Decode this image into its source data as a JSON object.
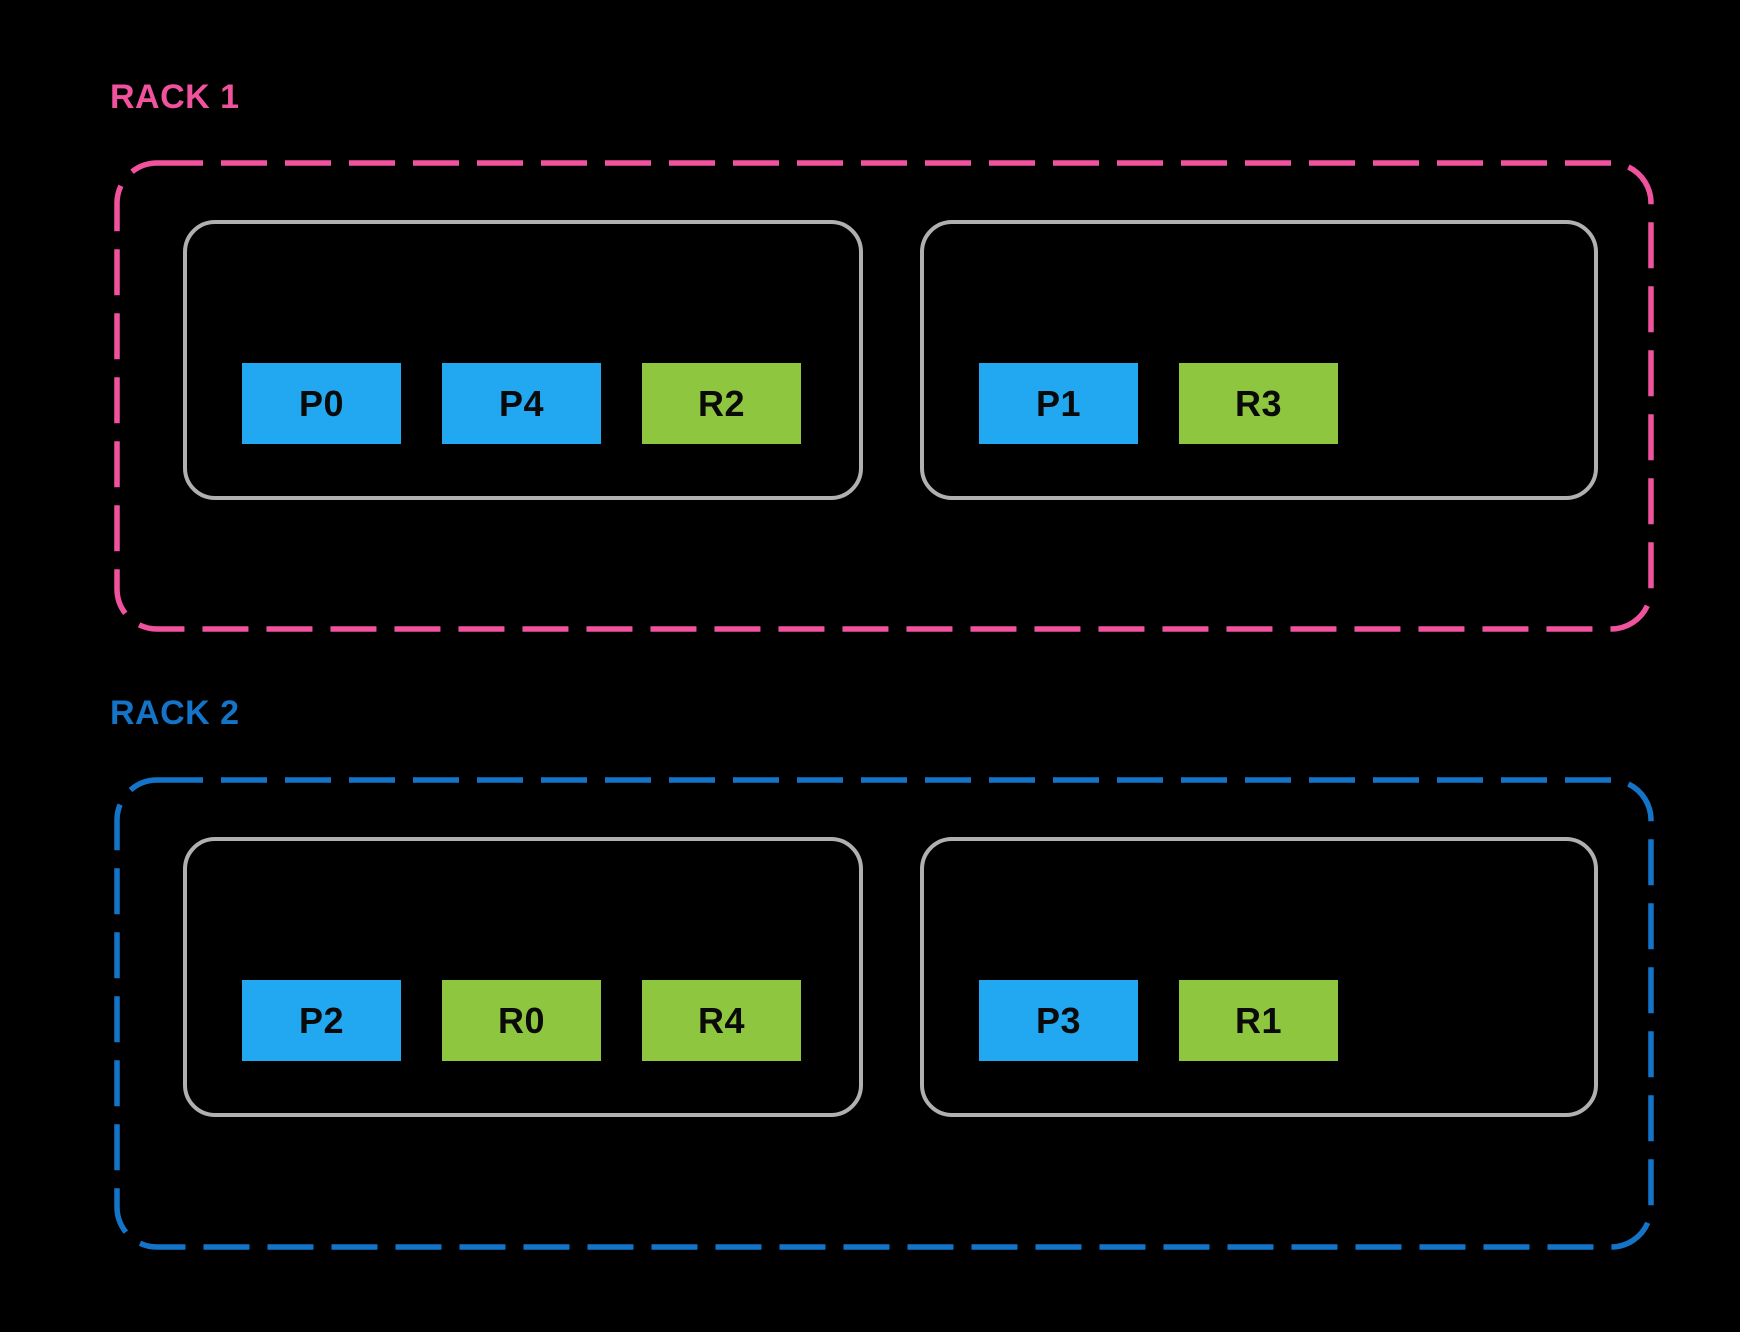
{
  "colors": {
    "background": "#000000",
    "rack1_accent": "#F0529D",
    "rack2_accent": "#1474C7",
    "node_border": "#B0B0B0",
    "block_blue": "#21A8F0",
    "block_green": "#8EC63F",
    "block_text": "#0A0A0A"
  },
  "racks": [
    {
      "label": "RACK 1",
      "accent": "#F0529D",
      "nodes": [
        {
          "blocks": [
            {
              "label": "P0",
              "color": "blue"
            },
            {
              "label": "P4",
              "color": "blue"
            },
            {
              "label": "R2",
              "color": "green"
            }
          ]
        },
        {
          "blocks": [
            {
              "label": "P1",
              "color": "blue"
            },
            {
              "label": "R3",
              "color": "green"
            }
          ]
        }
      ]
    },
    {
      "label": "RACK 2",
      "accent": "#1474C7",
      "nodes": [
        {
          "blocks": [
            {
              "label": "P2",
              "color": "blue"
            },
            {
              "label": "R0",
              "color": "green"
            },
            {
              "label": "R4",
              "color": "green"
            }
          ]
        },
        {
          "blocks": [
            {
              "label": "P3",
              "color": "blue"
            },
            {
              "label": "R1",
              "color": "green"
            }
          ]
        }
      ]
    }
  ]
}
